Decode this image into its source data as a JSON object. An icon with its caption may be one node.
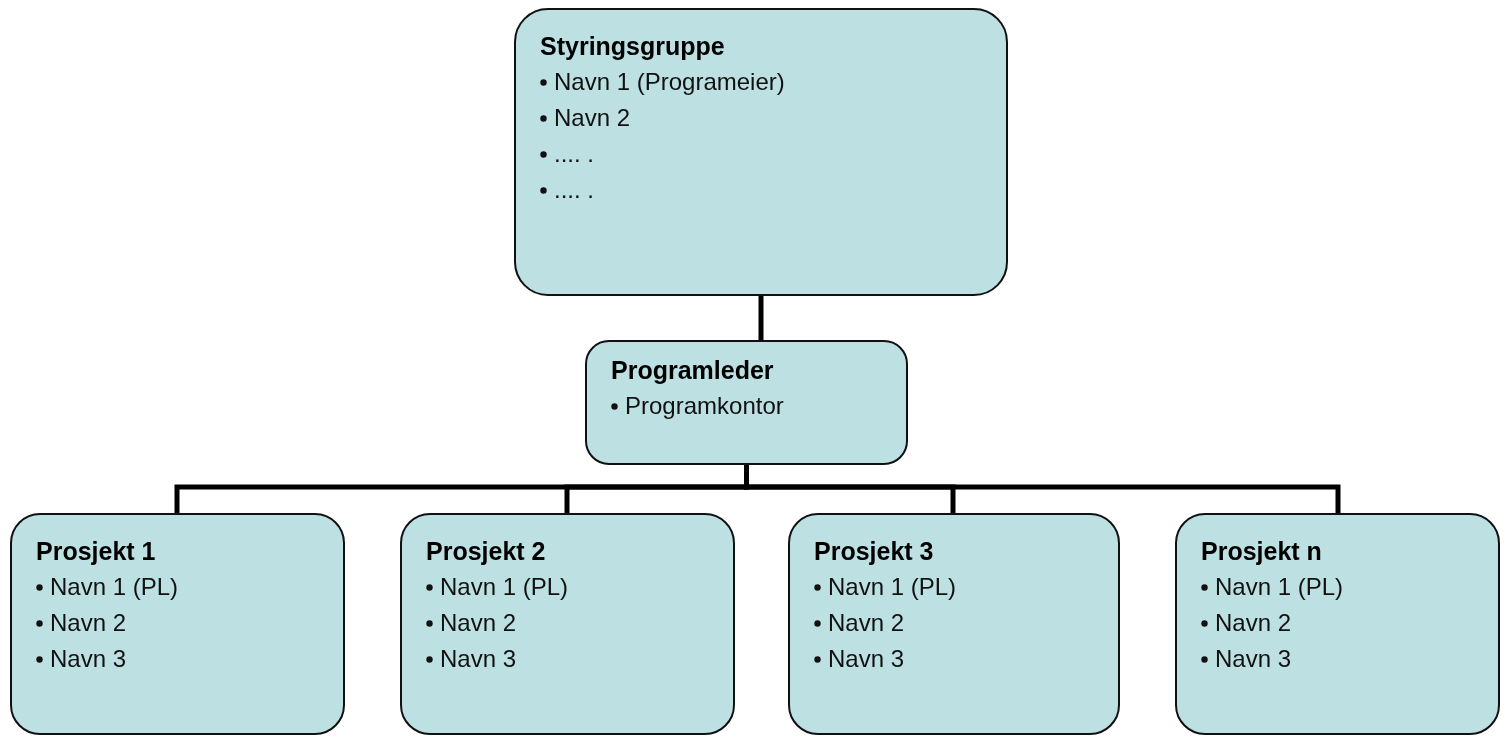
{
  "diagram": {
    "nodes": [
      {
        "text": [
          "Styringsgruppe",
          "Navn 1 (Programeier)",
          "Navn 2",
          ".... .",
          ".... ."
        ]
      },
      {
        "text": [
          "Programleder",
          "Programkontor"
        ]
      },
      {
        "text": [
          "Prosjekt 1",
          "Navn 1 (PL)",
          "Navn 2",
          "Navn 3"
        ]
      },
      {
        "text": [
          "Prosjekt 2",
          "Navn 1 (PL)",
          "Navn 2",
          "Navn 3"
        ]
      },
      {
        "text": [
          "Prosjekt 3",
          "Navn 1 (PL)",
          "Navn 2",
          "Navn 3"
        ]
      },
      {
        "text": [
          "Prosjekt n",
          "Navn 1 (PL)",
          "Navn 2",
          "Navn 3"
        ]
      }
    ],
    "edges": [
      {
        "from": 0,
        "to": 1,
        "arrow": "none"
      },
      {
        "from": 1,
        "to": 2,
        "arrow": "none"
      },
      {
        "from": 1,
        "to": 3,
        "arrow": "none"
      },
      {
        "from": 1,
        "to": 4,
        "arrow": "none"
      },
      {
        "from": 1,
        "to": 5,
        "arrow": "none"
      }
    ]
  }
}
